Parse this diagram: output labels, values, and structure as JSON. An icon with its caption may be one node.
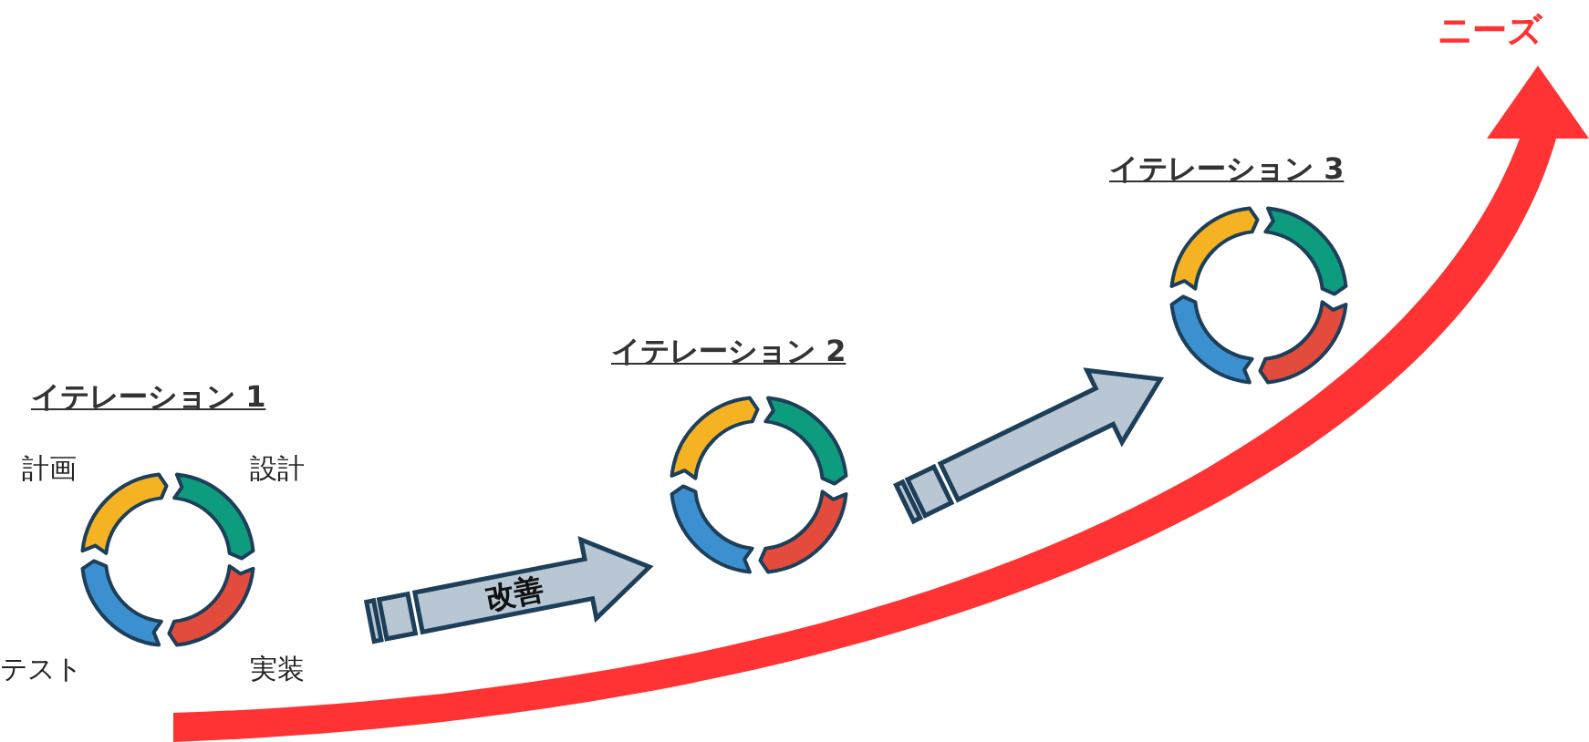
{
  "diagram": {
    "nodes": [
      {
        "text": [
          "イテレーション 1",
          "計画",
          "設計",
          "テスト",
          "実装"
        ]
      },
      {
        "text": [
          "イテレーション 2"
        ]
      },
      {
        "text": [
          "イテレーション 3"
        ]
      },
      {
        "text": [
          "ニーズ"
        ]
      }
    ],
    "edges": [
      {
        "from": 0,
        "to": 1,
        "arrow": "to",
        "label": "改善"
      },
      {
        "from": 1,
        "to": 2,
        "arrow": "to"
      },
      {
        "from": null,
        "to": 3,
        "arrow": "to",
        "style": "thick",
        "color": "#ff3333"
      }
    ]
  }
}
